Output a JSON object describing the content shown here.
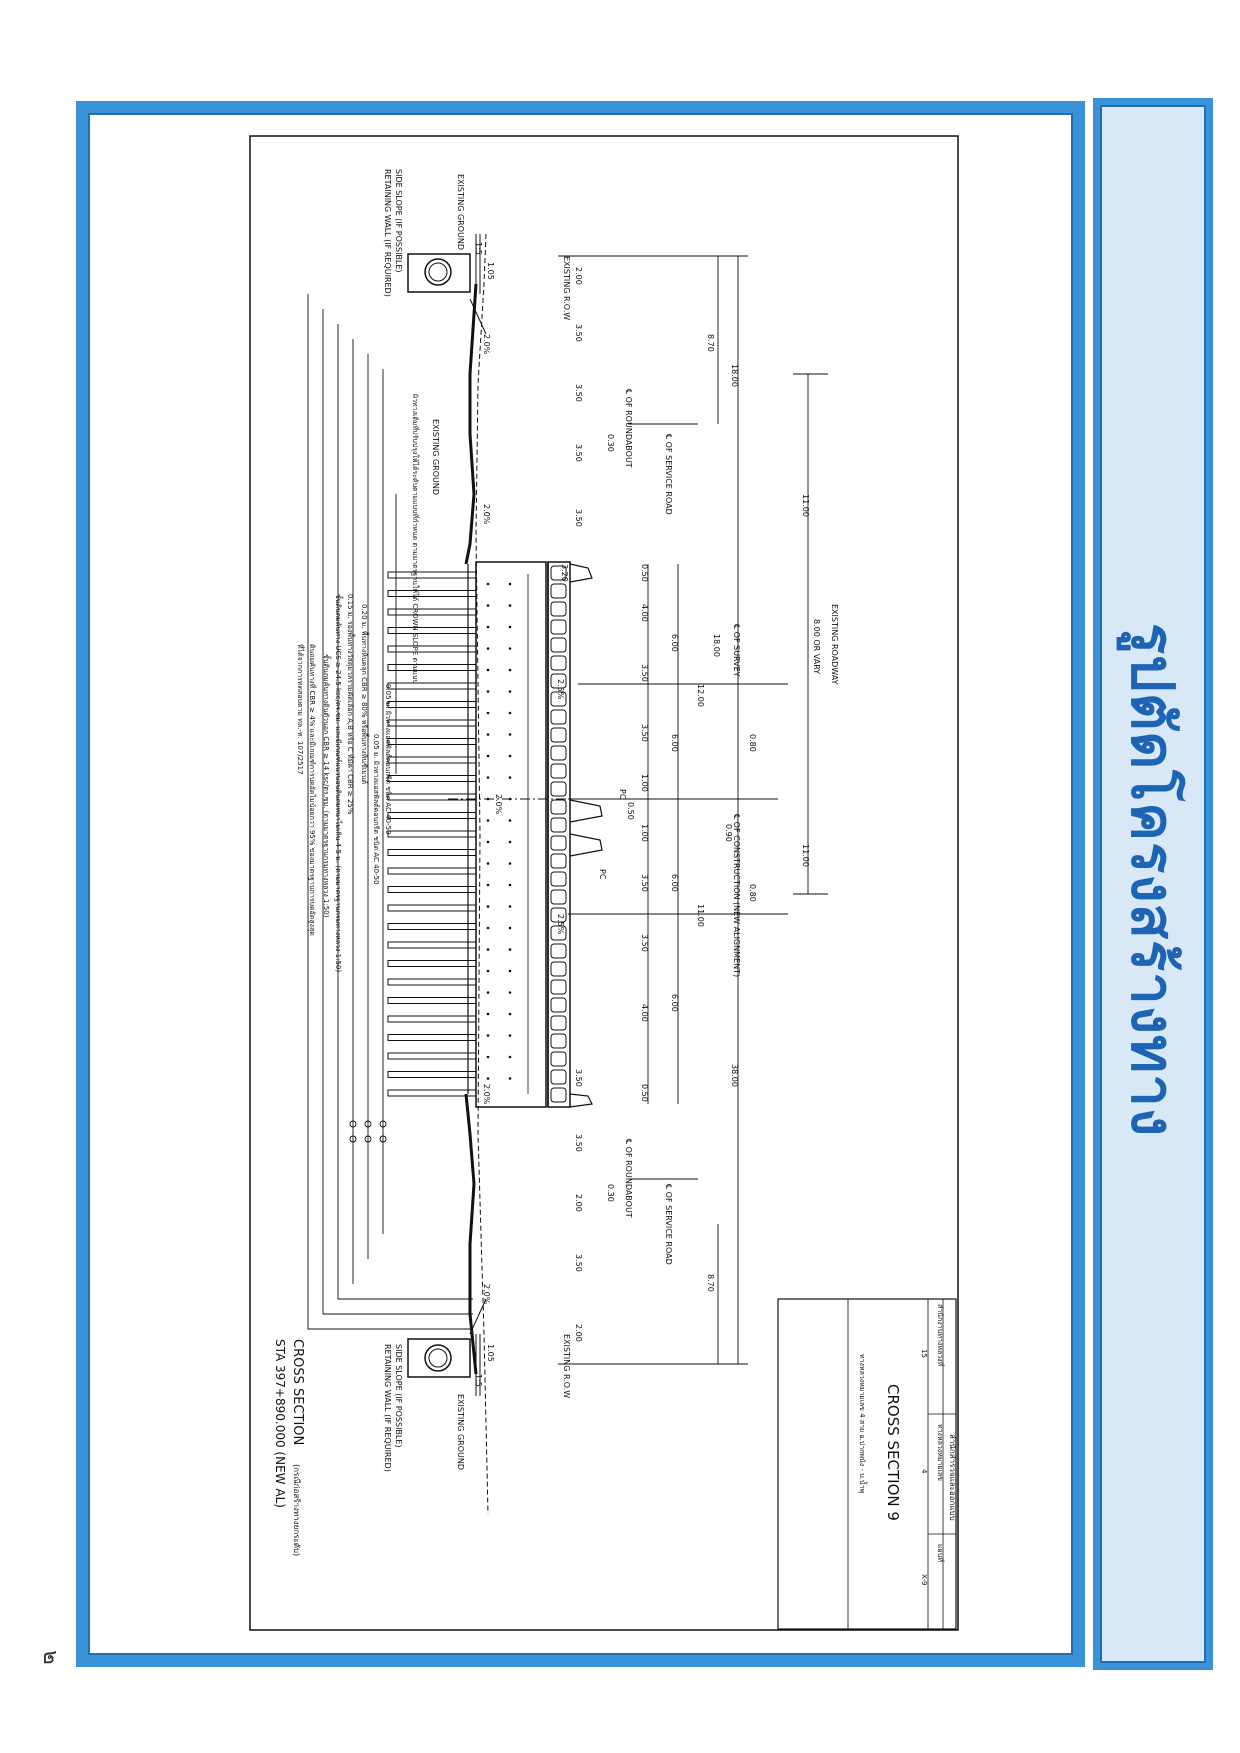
{
  "side_title": "รูปตัดโครงสร้างทาง",
  "page_number": "๒",
  "drawing": {
    "title": "CROSS SECTION",
    "subtitle": "(กรณีก่อสร้างทางยกระดับ)",
    "station": "STA 397+890.000 (NEW AL)",
    "labels": {
      "existing_row_top": "EXISTING R.O.W",
      "existing_row_bottom": "EXISTING R.O.W",
      "existing_ground_1": "EXISTING GROUND",
      "existing_ground_2": "EXISTING GROUND",
      "existing_ground_mid": "EXISTING GROUND",
      "side_slope_1": "SIDE SLOPE (IF POSSIBLE)",
      "retaining_1": "RETAINING WALL (IF REQUIRED)",
      "side_slope_2": "SIDE SLOPE (IF POSSIBLE)",
      "retaining_2": "RETAINING WALL (IF REQUIRED)",
      "existing_roadway": "EXISTING ROADWAY",
      "cl_survey": "℄ OF SURVEY",
      "cl_construction": "℄ OF CONSTRUCTION (NEW ALIGNMENT)",
      "cl_service_1": "℄ OF SERVICE ROAD",
      "cl_service_2": "℄ OF SERVICE ROAD",
      "cl_roundabout_1": "℄ OF ROUNDABOUT",
      "cl_roundabout_2": "℄ OF ROUNDABOUT",
      "existing_ground_note": "ผิวทางเดิมที่ปรับปรุงให้ได้ระดับตามแบบที่กำหนด ตามมาตรฐานให้ได้ CROWN SLOPE ตามแบบ",
      "dim_800_or_vary": "8.00 OR VARY",
      "pc": "PC"
    },
    "dimensions": {
      "total": "38.00",
      "left_8_70": "8.70",
      "right_8_70": "8.70",
      "left_18": "18.00",
      "seg_11_left": "11.00",
      "seg_11_right": "11.00",
      "seg_18_mid": "18.00",
      "seg_12": "12.00",
      "seg_11_mid": "11.00",
      "lane_2_00_a": "2.00",
      "lane_3_50_a": "3.50",
      "lane_3_50_b": "3.50",
      "lane_3_50_c": "3.50",
      "lane_3_50_d": "3.50",
      "lane_3_50_e": "3.50",
      "lane_3_50_f": "3.50",
      "lane_2_00_b": "2.00",
      "lane_3_50_g": "3.50",
      "lane_2_00_c": "2.00",
      "bridge_0_50_a": "0.50",
      "bridge_4_00_a": "4.00",
      "bridge_3_50_a": "3.50",
      "bridge_3_50_b": "3.50",
      "bridge_1_00_a": "1.00",
      "bridge_0_50_mid": "0.50",
      "bridge_1_00_b": "1.00",
      "bridge_3_50_c": "3.50",
      "bridge_3_50_d": "3.50",
      "bridge_4_00_b": "4.00",
      "bridge_0_50_b": "0.50",
      "six_a": "6.00",
      "six_b": "6.00",
      "six_c": "6.00",
      "six_d": "6.00",
      "s_0_30_a": "0.30",
      "s_0_30_b": "0.30",
      "s_0_80_a": "0.80",
      "s_0_80_b": "0.80",
      "s_0_90": "0.90",
      "s_3_20": "3.20",
      "s_1_05_a": "1.05",
      "s_1_05_b": "1.05",
      "slope_2_pct_a": "2.5%",
      "slope_2_pct_b": "2.5%",
      "slope_2_pct_c": "2.0%",
      "slope_2_pct_d": "2.0%",
      "slope_2_pct_e": "2.0%",
      "slope_2_pct_f": "2.0%",
      "slope_1_5_a": "1:5",
      "slope_1_5_b": "1:5",
      "crown": "2.0%"
    },
    "notes": [
      "0.05 ม. ผิวทางแอสฟัลต์คอนกรีต ชนิด AC 40-50",
      "0.05 ม. ผิวทางแอสฟัลต์คอนกรีต ชนิด AC 40-50",
      "0.20 ม. พื้นทางหินคลุก CBR ≥ 80% หรือพื้นทางหินซีเมนต์",
      "0.15 ม. รองพื้นทางวัสดุมวลรวมคัดเลือก A,B หรือ C ที่มีค่า CBR ≥ 25%",
      "ชั้นดินถมคันทาง UCS ≥ 24.5 ksc/ตร.ซม. และมีเกณฑ์แนวนอนดินถมหนาไม่เกิน 4-5 ม. (ตามมาตรฐานกรมทางหลวง 1:50)",
      "ชั้นดินถมคันทางดินตัวนอก CBR ≥ 14 ksc/ตร.ซม. (ตามมาตรฐานกรมทางหลวง 1:50)",
      "ดินถมคันทางที่ CBR ≥ 4% และมีเกณฑ์การบดอัดไม่น้อยกว่า 95% ของมาตรฐานการบดอัดสูงสุด",
      "ที่ได้จากการทดสอบตาม ทล.-ท. 107/2517"
    ],
    "title_block": {
      "agency": "สำนักสำรวจและออกแบบ",
      "dept": "สำนักงานทางหลวงที่",
      "col_a_label": "สำนักงานทางหลวงที่",
      "col_b_label": "ทางหลวงหมายเลข",
      "col_c_label": "แผ่นที่",
      "col_a_value": "15",
      "col_b_value": "4",
      "col_c_value": "X-9",
      "sheet_title": "CROSS SECTION 9",
      "route": "ทางหลวงหมายเลข 4 สาย อ.ปากพนัง - บ.น้ำพุ"
    }
  }
}
